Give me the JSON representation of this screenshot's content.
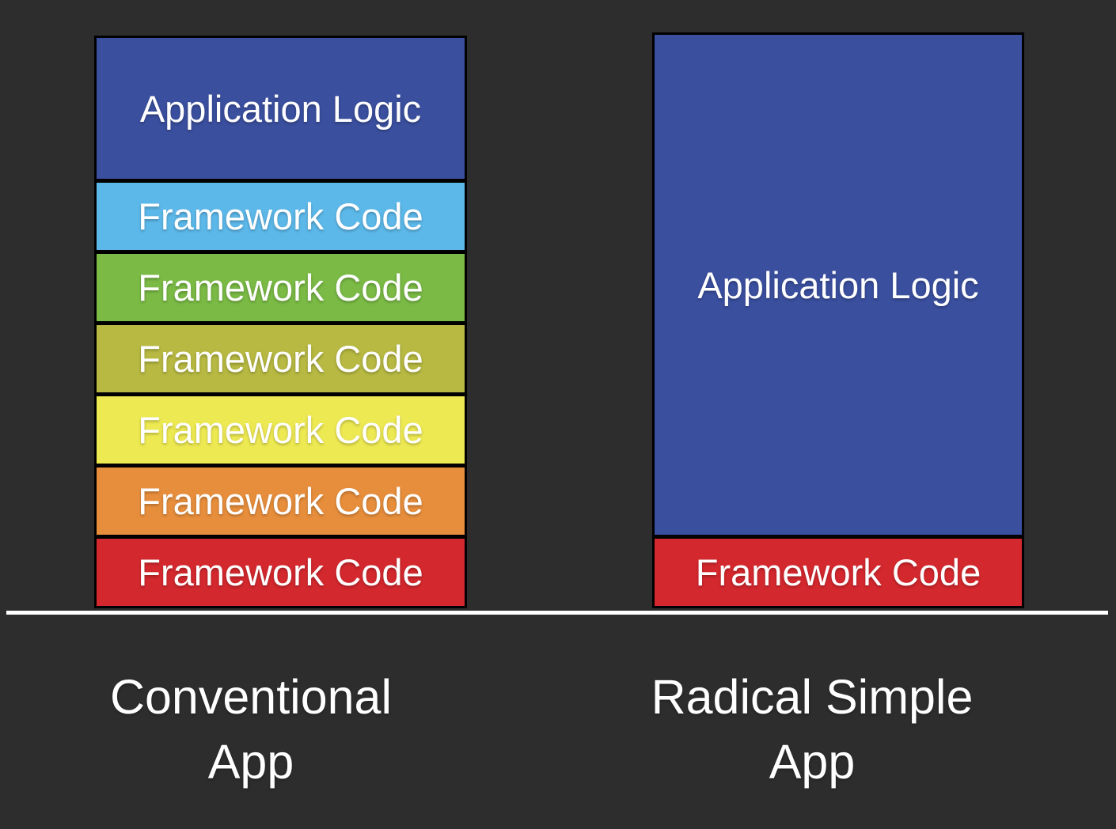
{
  "background_color": "#2d2d2d",
  "divider_color": "#ffffff",
  "text_color": "#ffffff",
  "columns": [
    {
      "title_line1": "Conventional",
      "title_line2": "App",
      "boxes": [
        {
          "label": "Application Logic",
          "color": "#3a4f9e"
        },
        {
          "label": "Framework Code",
          "color": "#5cb8e9"
        },
        {
          "label": "Framework Code",
          "color": "#7aba45"
        },
        {
          "label": "Framework Code",
          "color": "#b7b942"
        },
        {
          "label": "Framework Code",
          "color": "#ede952"
        },
        {
          "label": "Framework Code",
          "color": "#e78e3c"
        },
        {
          "label": "Framework Code",
          "color": "#d3282e"
        }
      ]
    },
    {
      "title_line1": "Radical Simple",
      "title_line2": "App",
      "boxes": [
        {
          "label": "Application Logic",
          "color": "#3a4f9e"
        },
        {
          "label": "Framework Code",
          "color": "#d3282e"
        }
      ]
    }
  ]
}
